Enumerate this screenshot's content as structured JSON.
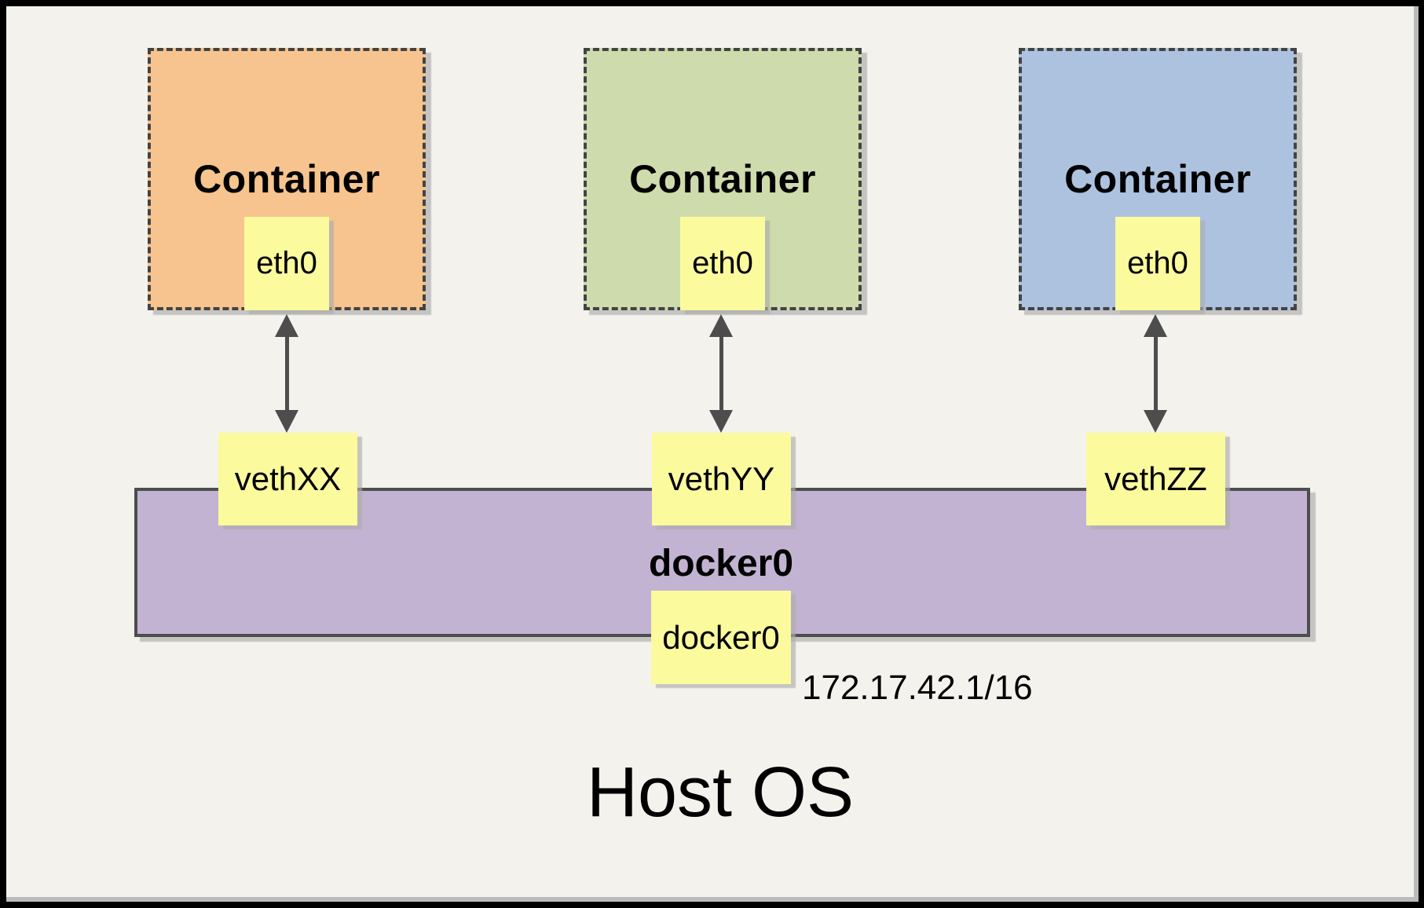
{
  "containers": [
    {
      "label": "Container",
      "interface": "eth0",
      "veth": "vethXX",
      "fill": "#F7C48F"
    },
    {
      "label": "Container",
      "interface": "eth0",
      "veth": "vethYY",
      "fill": "#CEDBAD"
    },
    {
      "label": "Container",
      "interface": "eth0",
      "veth": "vethZZ",
      "fill": "#ACC2DF"
    }
  ],
  "bridge": {
    "title": "docker0",
    "box_label": "docker0",
    "ip": "172.17.42.1/16",
    "fill": "#C3B3D2"
  },
  "host": {
    "label": "Host OS"
  },
  "colors": {
    "page_background": "#F4F2ED",
    "frame": "#000000",
    "note_yellow": "#FBFA9D",
    "line_dark": "#4D4D4D",
    "dashed_border": "#434343",
    "shadow": "#AAAAAA"
  }
}
